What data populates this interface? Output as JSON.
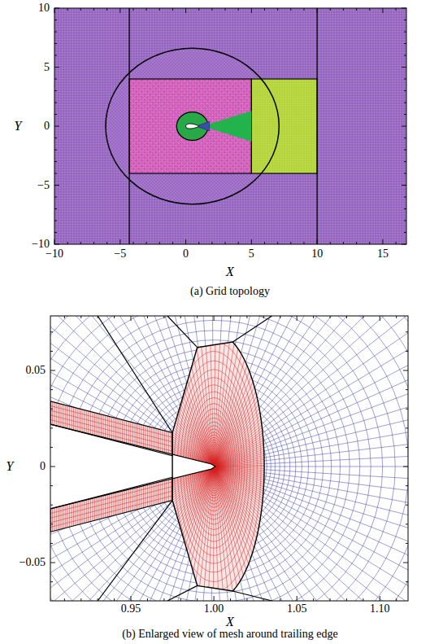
{
  "diagram": {
    "labels": [
      "10",
      "5",
      "0",
      "−5",
      "−10",
      "Y",
      "−10",
      "−5",
      "0",
      "5",
      "10",
      "15",
      "X",
      "(a) Grid topology",
      "0.05",
      "0",
      "−0.05",
      "Y",
      "0.95",
      "1.00",
      "1.05",
      "1.10",
      "X",
      "(b) Enlarged view of mesh around trailing edge"
    ]
  }
}
